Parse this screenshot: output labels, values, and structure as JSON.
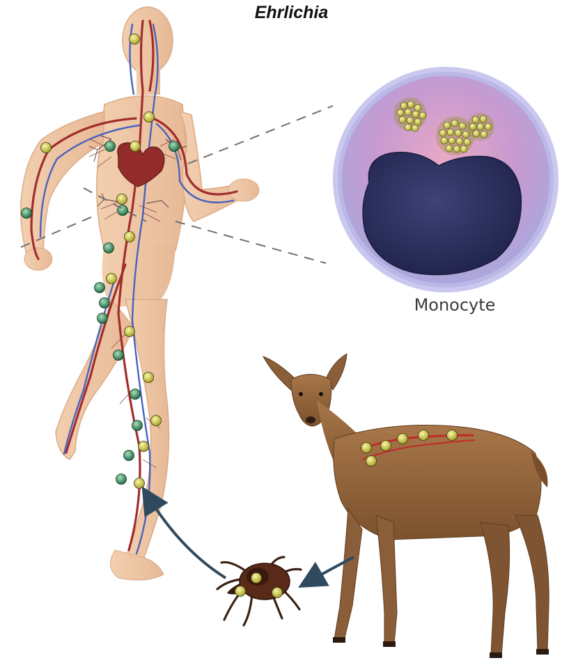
{
  "title": "Ehrlichia",
  "cell_label": "Monocyte",
  "icons": {
    "human": "human-circulatory-figure",
    "monocyte": "monocyte-cell",
    "deer": "deer-host",
    "tick": "tick-vector"
  },
  "colors": {
    "bacteria_yellow": "#d6d24a",
    "bacteria_green": "#3f9e73",
    "artery_red": "#9a1c1c",
    "vein_blue": "#3a55b8",
    "skin": "#efc9a6",
    "cell_membrane": "#b9b8e6",
    "nucleus": "#2b2f5e",
    "deer_fur": "#9b6a3b",
    "arrow": "#2f4a5e"
  }
}
